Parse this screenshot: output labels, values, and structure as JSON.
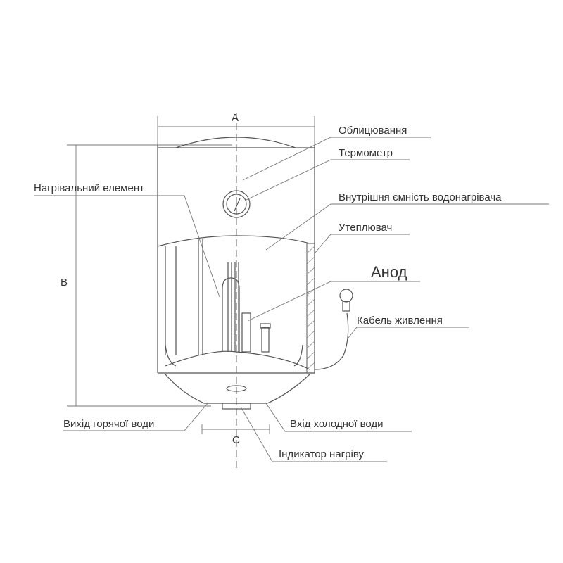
{
  "dimensions": {
    "a": "A",
    "b": "B",
    "c": "C"
  },
  "labels": {
    "cladding": "Облицювання",
    "thermometer": "Термометр",
    "heating_element": "Нагрівальний елемент",
    "inner_tank": "Внутрішня ємність водонагрівача",
    "insulation": "Утеплювач",
    "anode": "Анод",
    "power_cable": "Кабель живлення",
    "hot_water_outlet": "Вихід горячої води",
    "cold_water_inlet": "Вхід холодної води",
    "heating_indicator": "Індикатор нагріву"
  }
}
